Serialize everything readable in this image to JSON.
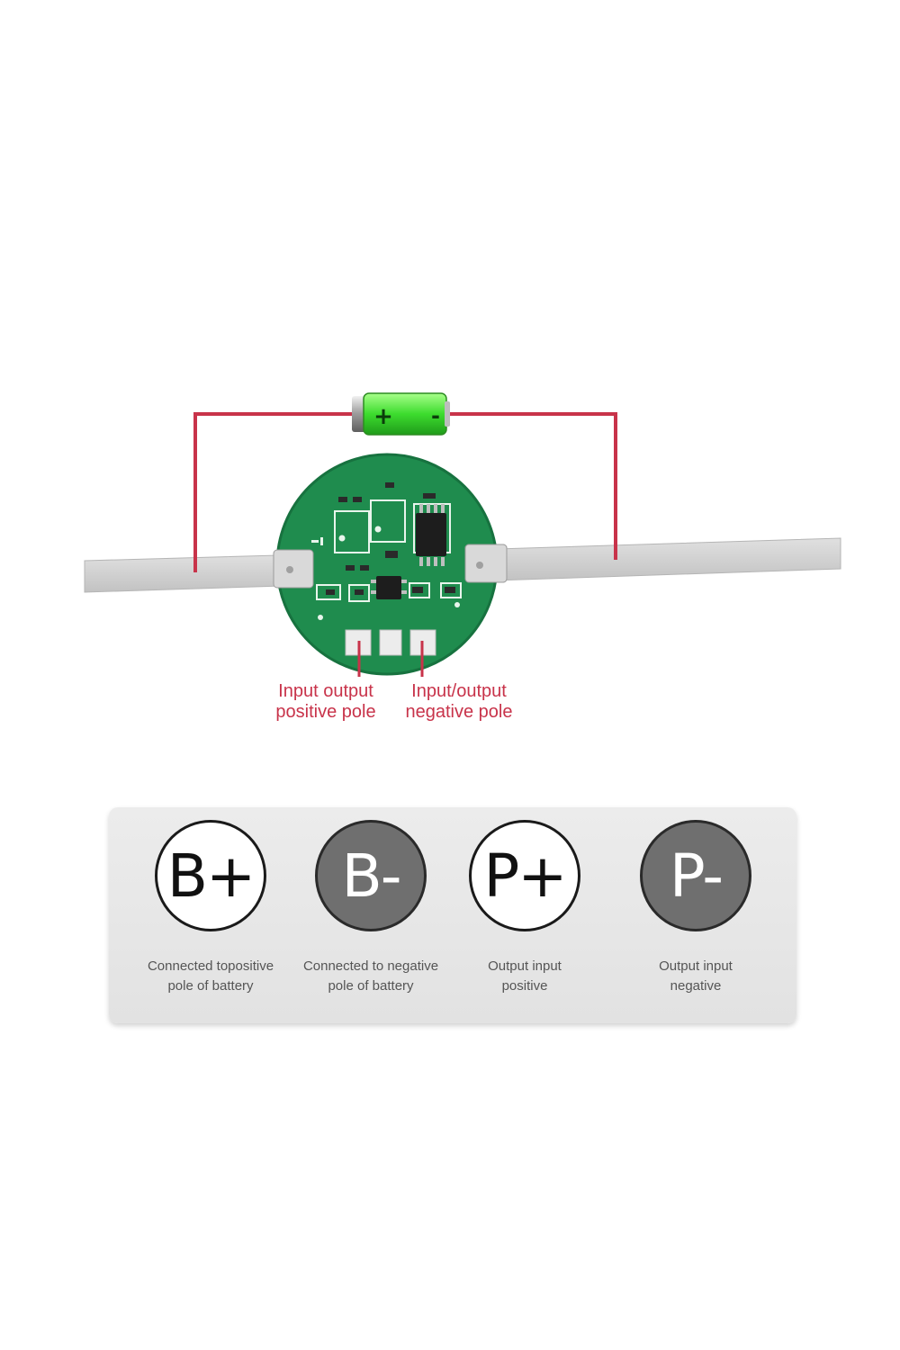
{
  "board": {
    "battery": {
      "positive_symbol": "+",
      "negative_symbol": "-"
    }
  },
  "callouts": [
    {
      "lines": [
        "Input output",
        "positive pole"
      ]
    },
    {
      "lines": [
        "Input/output",
        "negative pole"
      ]
    }
  ],
  "legend": [
    {
      "symbol": "B+",
      "style": "light",
      "lines": [
        "Connected topositive",
        "pole of battery"
      ]
    },
    {
      "symbol": "B-",
      "style": "dark",
      "lines": [
        "Connected to negative",
        "pole of battery"
      ]
    },
    {
      "symbol": "P+",
      "style": "light",
      "lines": [
        "Output input",
        "positive"
      ]
    },
    {
      "symbol": "P-",
      "style": "dark",
      "lines": [
        "Output input",
        "negative"
      ]
    }
  ],
  "colors": {
    "wire": "#c8334a",
    "pcb": "#1f8c4e",
    "battery": "#3ddc2e",
    "nickel_strip": "#cfcfcf",
    "label_red": "#c8334a"
  }
}
